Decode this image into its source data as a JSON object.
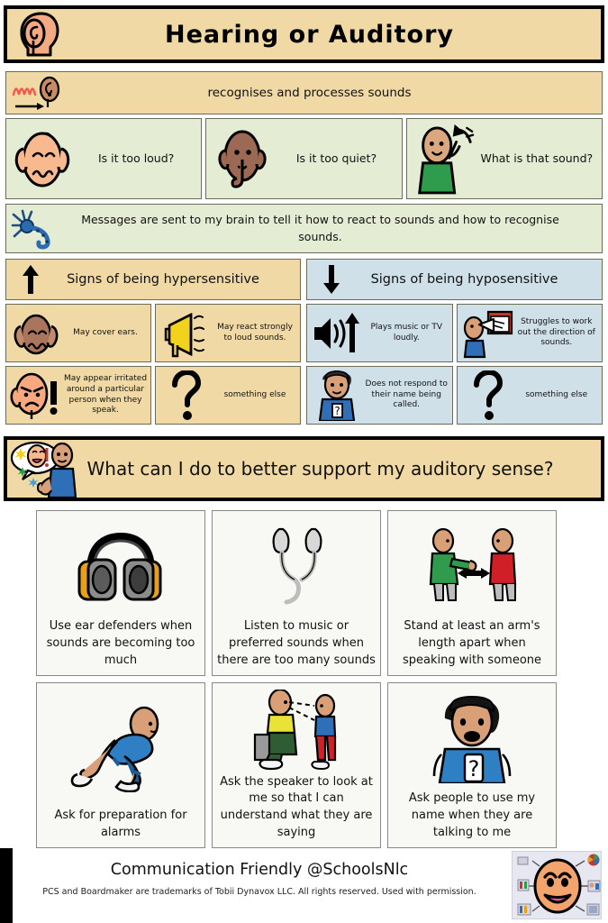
{
  "header": {
    "title": "Hearing or Auditory",
    "icon": "ear-head-icon"
  },
  "recognises_strip": {
    "text": "recognises and processes sounds",
    "icon": "soundwave-ear-icon"
  },
  "questions": [
    {
      "text": "Is it too loud?",
      "icon": "person-covering-ears-icon"
    },
    {
      "text": "Is it too quiet?",
      "icon": "person-shushing-icon"
    },
    {
      "text": "What is that sound?",
      "icon": "person-listening-icon"
    }
  ],
  "messages_strip": {
    "text": "Messages are sent to my brain to tell it how to react to sounds and how to recognise sounds.",
    "icon": "neuron-icon"
  },
  "sensitivity": {
    "hyper": {
      "heading": "Signs of being hypersensitive",
      "icon": "arrow-up-icon",
      "color": "#f0d9a4",
      "items": [
        {
          "text": "May cover ears.",
          "icon": "covering-ears-icon"
        },
        {
          "text": "May react strongly to loud sounds.",
          "icon": "megaphone-icon"
        },
        {
          "text": "May appear irritated around a particular person when they speak.",
          "icon": "irritated-face-icon"
        },
        {
          "text": "something else",
          "icon": "question-mark-icon"
        }
      ]
    },
    "hypo": {
      "heading": "Signs of being hyposensitive",
      "icon": "arrow-down-icon",
      "color": "#cfe0e9",
      "items": [
        {
          "text": "Plays music or TV loudly.",
          "icon": "speaker-loud-icon"
        },
        {
          "text": "Struggles to work out the direction of sounds.",
          "icon": "person-shouting-icon"
        },
        {
          "text": "Does not respond to their name being called.",
          "icon": "person-name-badge-icon"
        },
        {
          "text": "something else",
          "icon": "question-mark-icon"
        }
      ]
    }
  },
  "support_banner": {
    "text": "What can I do to better support my auditory sense?",
    "icon": "person-thumbs-up-speech-icon"
  },
  "support_cards": [
    {
      "caption": "Use ear defenders when sounds are becoming too much",
      "icon": "ear-defenders-icon"
    },
    {
      "caption": "Listen to music or preferred sounds when there are too many sounds",
      "icon": "earphones-icon"
    },
    {
      "caption": "Stand at least an arm's length apart when speaking with someone",
      "icon": "two-people-distance-icon"
    },
    {
      "caption": "Ask for preparation for alarms",
      "icon": "person-crouching-icon"
    },
    {
      "caption": "Ask the speaker to look at me so that I can understand what they are saying",
      "icon": "person-looking-at-speaker-icon"
    },
    {
      "caption": "Ask people to use my name when they are talking to me",
      "icon": "person-with-name-card-icon"
    }
  ],
  "footer": {
    "title": "Communication Friendly @SchoolsNlc",
    "subtitle": "PCS and Boardmaker are trademarks of Tobii Dynavox LLC.  All rights reserved.  Used with permission.",
    "logo": "smiley-face-logo"
  },
  "colors": {
    "tan": "#f0d9a4",
    "green": "#e4ecd4",
    "blue": "#cfe0e9",
    "card": "#f8f8f5",
    "border": "#6b6b5a",
    "black": "#000000"
  }
}
